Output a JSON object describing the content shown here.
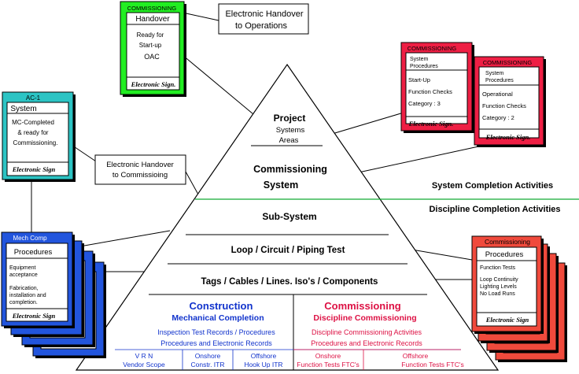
{
  "pyramid": {
    "project": {
      "title": "Project",
      "line1": "Systems",
      "line2": "Areas"
    },
    "commissioning_system": {
      "line1": "Commissioning",
      "line2": "System"
    },
    "sub_system": "Sub-System",
    "loop": "Loop / Circuit / Piping Test",
    "tags": "Tags / Cables / Lines. Iso's / Components",
    "construction": {
      "title": "Construction",
      "subtitle": "Mechanical Completion",
      "line1": "Inspection Test Records / Procedures",
      "line2": "Procedures and Electronic Records"
    },
    "commissioning": {
      "title": "Commissioning",
      "subtitle": "Discipline Commissioning",
      "line1": "Discipline Commissioning Activities",
      "line2": "Procedures and Electronic Records"
    },
    "base_cells": [
      {
        "line1": "V R N",
        "line2": "Vendor Scope"
      },
      {
        "line1": "Onshore",
        "line2": "Constr. ITR"
      },
      {
        "line1": "Offshore",
        "line2": "Hook Up ITR"
      },
      {
        "line1": "Onshore",
        "line2": "Function Tests  FTC's"
      },
      {
        "line1": "Offshore",
        "line2": "Function Tests  FTC's"
      }
    ]
  },
  "labels": {
    "system_completion": "System Completion Activities",
    "discipline_completion": "Discipline Completion Activities"
  },
  "callouts": {
    "handover_ops": {
      "line1": "Electronic Handover",
      "line2": "to Operations"
    },
    "handover_comm": {
      "line1": "Electronic Handover",
      "line2": "to Commissioing"
    }
  },
  "cards": {
    "handover": {
      "header": "COMMISSIONING",
      "title": "Handover",
      "lines": [
        "Ready for",
        "Start-up",
        "OAC"
      ],
      "footer": "Electronic Sign.",
      "color": "#22ee22"
    },
    "ac1": {
      "header": "AC-1",
      "title": "System",
      "lines": [
        "MC-Completed",
        "& ready for",
        "Commissioning."
      ],
      "footer": "Electronic Sign",
      "color": "#2cc4c4"
    },
    "mech_comp": {
      "header": "Mech Comp",
      "title": "Procedures",
      "lines": [
        "Equipment",
        "acceptance",
        "",
        "Fabrication,",
        "installation and",
        "completion."
      ],
      "footer": "Electronic Sign",
      "color": "#2255dd"
    },
    "comm_cat3": {
      "header": "COMMISSIONING",
      "title_lines": [
        "System",
        "Procedures"
      ],
      "lines": [
        "Start-Up",
        "Function Checks",
        "Category : 3"
      ],
      "footer": "Electronic Sign.",
      "color": "#ee1f44"
    },
    "comm_cat2": {
      "header": "COMMISSIONING",
      "title_lines": [
        "System",
        "Procedures"
      ],
      "lines": [
        "Operational",
        "Function Checks",
        "Category : 2"
      ],
      "footer": "Electronic Sign.",
      "color": "#ee1f44"
    },
    "comm_func": {
      "header": "Commissioning",
      "title": "Procedures",
      "lines": [
        "Function Tests",
        "",
        "Loop Continuity",
        "Lighting Levels",
        "No Load Runs"
      ],
      "footer": "Electronic Sign",
      "color": "#f04a3c"
    }
  },
  "colors": {
    "construction_blue": "#1133cc",
    "commissioning_red": "#dd1144",
    "divider_green": "#11aa33"
  }
}
